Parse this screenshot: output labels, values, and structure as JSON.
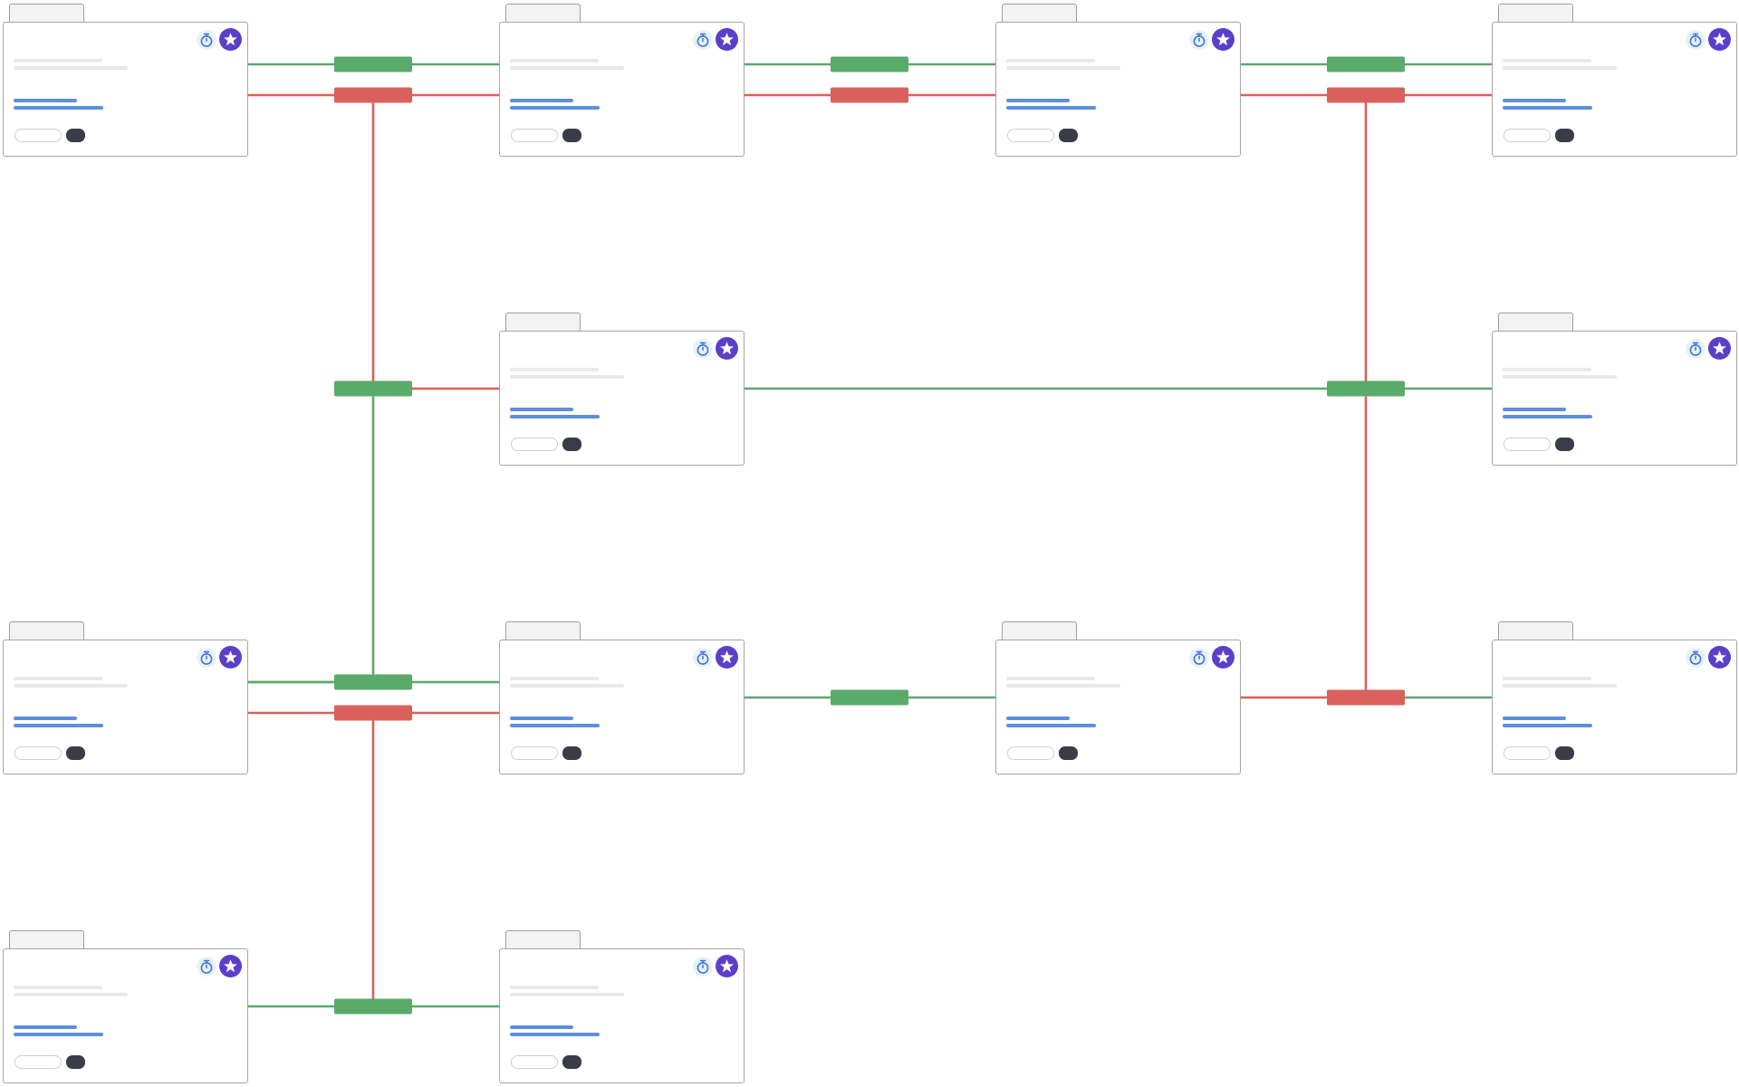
{
  "diagram": {
    "colors": {
      "green": "#5aaa6a",
      "red": "#d9605b",
      "card_border": "#a5a5a5",
      "tab_fill": "#f3f3f3",
      "star_fill": "#5b3fc8",
      "timer_color": "#3a78cf",
      "text_placeholder": "#e9e9e9",
      "text_link": "#5f8fdb",
      "toggle_fill": "#3a3c4a"
    },
    "card_icons": [
      "stopwatch-icon",
      "star-icon"
    ],
    "cards": [
      {
        "id": "r1c1"
      },
      {
        "id": "r1c2"
      },
      {
        "id": "r1c3"
      },
      {
        "id": "r1c4"
      },
      {
        "id": "r2c2"
      },
      {
        "id": "r2c4"
      },
      {
        "id": "r3c1"
      },
      {
        "id": "r3c2"
      },
      {
        "id": "r3c3"
      },
      {
        "id": "r3c4"
      },
      {
        "id": "r4c1"
      },
      {
        "id": "r4c2"
      }
    ],
    "connections": [
      {
        "from": "r1c1",
        "to": "r1c2",
        "color": "green"
      },
      {
        "from": "r1c1",
        "to": "r1c2",
        "color": "red"
      },
      {
        "from": "r1c2",
        "to": "r1c3",
        "color": "green"
      },
      {
        "from": "r1c2",
        "to": "r1c3",
        "color": "red"
      },
      {
        "from": "r1c3",
        "to": "r1c4",
        "color": "green"
      },
      {
        "from": "r1c3",
        "to": "r1c4",
        "color": "red"
      },
      {
        "from": "r1c1",
        "to": "r2c2",
        "color": "red"
      },
      {
        "from": "r2c2",
        "to": "r2c4",
        "color": "green"
      },
      {
        "from": "r1c3",
        "to": "r2c4",
        "color": "red"
      },
      {
        "from": "r2c2",
        "to": "r3c1",
        "color": "green"
      },
      {
        "from": "r3c1",
        "to": "r3c2",
        "color": "green"
      },
      {
        "from": "r3c1",
        "to": "r3c2",
        "color": "red"
      },
      {
        "from": "r3c2",
        "to": "r3c3",
        "color": "green"
      },
      {
        "from": "r3c3",
        "to": "r3c4",
        "color": "red"
      },
      {
        "from": "r3c1",
        "to": "r4c2",
        "color": "red"
      },
      {
        "from": "r4c1",
        "to": "r4c2",
        "color": "green"
      }
    ]
  }
}
